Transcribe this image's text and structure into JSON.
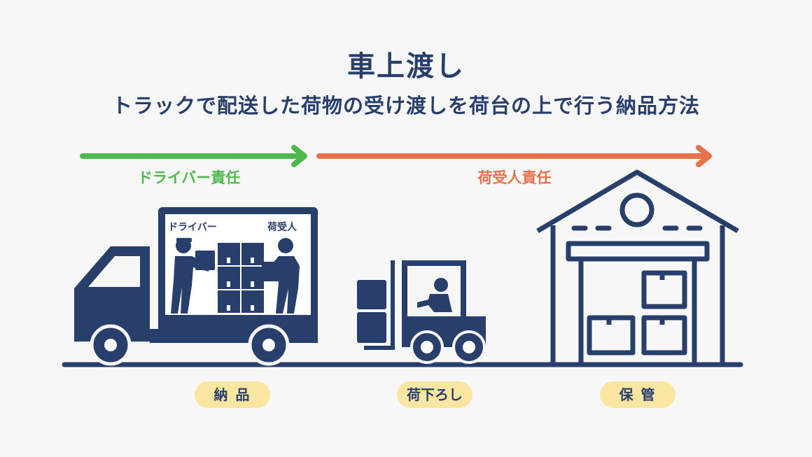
{
  "title": "車上渡し",
  "subtitle": "トラックで配送した荷物の受け渡しを荷台の上で行う納品方法",
  "responsibility": {
    "driver": "ドライバー責任",
    "receiver": "荷受人責任"
  },
  "truck_labels": {
    "driver": "ドライバー",
    "receiver": "荷受人"
  },
  "steps": {
    "delivery": "納 品",
    "unload": "荷下ろし",
    "storage": "保 管"
  },
  "colors": {
    "navy": "#283e6b",
    "green": "#4fb84f",
    "orange": "#e8714a",
    "pill": "#fae6a0"
  }
}
